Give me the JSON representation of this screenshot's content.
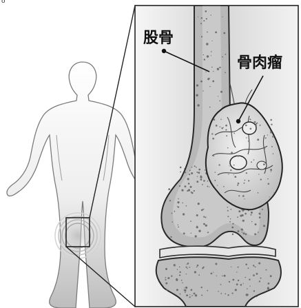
{
  "corner_mark": "o",
  "labels": {
    "femur": "股骨",
    "osteosarcoma": "骨肉瘤"
  }
}
